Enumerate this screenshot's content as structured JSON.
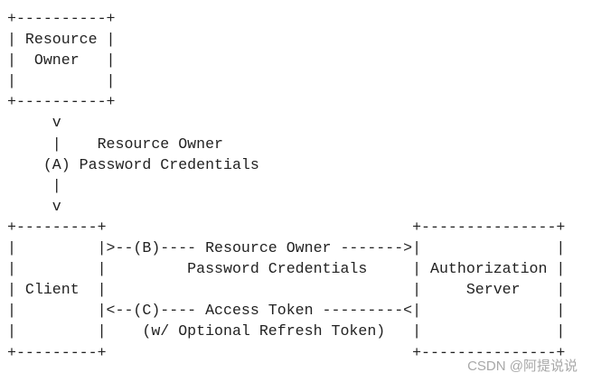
{
  "diagram": {
    "lines": [
      "+----------+",
      "| Resource |",
      "|  Owner   |",
      "|          |",
      "+----------+",
      "     v",
      "     |    Resource Owner",
      "    (A) Password Credentials",
      "     |",
      "     v",
      "+---------+                                  +---------------+",
      "|         |>--(B)---- Resource Owner ------->|               |",
      "|         |         Password Credentials     | Authorization |",
      "| Client  |                                  |     Server    |",
      "|         |<--(C)---- Access Token ---------<|               |",
      "|         |    (w/ Optional Refresh Token)   |               |",
      "+---------+                                  +---------------+"
    ]
  },
  "watermark": {
    "text": "CSDN @阿提说说"
  },
  "colors": {
    "text": "#222222",
    "border": "#9a9a9a",
    "watermark": "#a8a8a8"
  }
}
